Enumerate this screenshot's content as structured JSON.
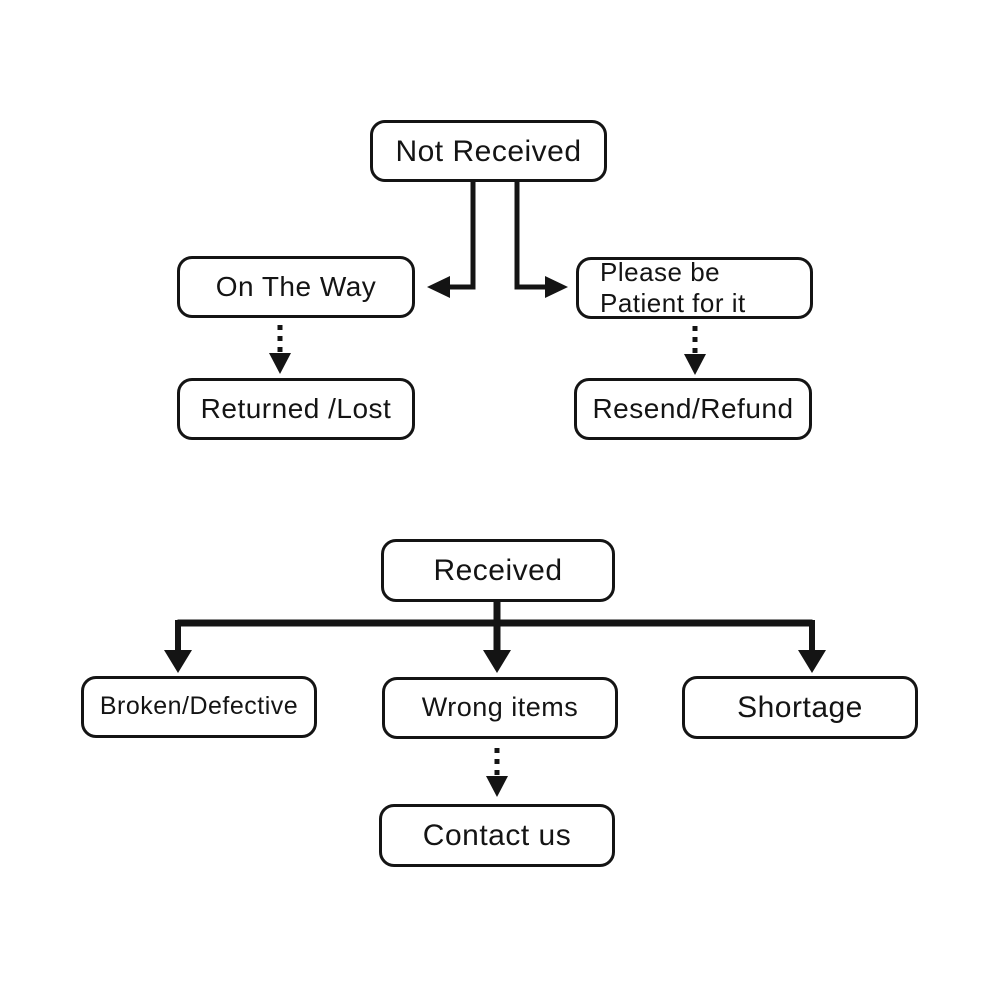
{
  "diagram": {
    "title": "Order status flowchart",
    "background_color": "#ffffff",
    "line_color": "#141414",
    "nodes": {
      "not_received": {
        "label": "Not Received"
      },
      "on_the_way": {
        "label": "On The Way"
      },
      "please_be_patient": {
        "label": "Please be\nPatient for it"
      },
      "returned_lost": {
        "label": "Returned /Lost"
      },
      "resend_refund": {
        "label": "Resend/Refund"
      },
      "received": {
        "label": "Received"
      },
      "broken_defective": {
        "label": "Broken/Defective"
      },
      "wrong_items": {
        "label": "Wrong items"
      },
      "shortage": {
        "label": "Shortage"
      },
      "contact_us": {
        "label": "Contact us"
      }
    },
    "edges": [
      {
        "from": "not_received",
        "to": "on_the_way",
        "style": "solid-arrow"
      },
      {
        "from": "not_received",
        "to": "please_be_patient",
        "style": "solid-arrow"
      },
      {
        "from": "on_the_way",
        "to": "returned_lost",
        "style": "dotted-arrow"
      },
      {
        "from": "please_be_patient",
        "to": "resend_refund",
        "style": "dotted-arrow"
      },
      {
        "from": "received",
        "to": "broken_defective",
        "style": "solid-arrow"
      },
      {
        "from": "received",
        "to": "wrong_items",
        "style": "solid-arrow"
      },
      {
        "from": "received",
        "to": "shortage",
        "style": "solid-arrow"
      },
      {
        "from": "wrong_items",
        "to": "contact_us",
        "style": "dotted-arrow"
      }
    ]
  }
}
